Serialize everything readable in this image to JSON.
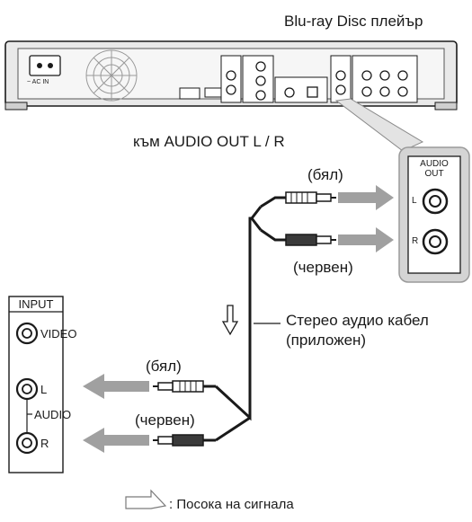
{
  "player": {
    "title": "Blu-ray Disc плейър",
    "ac_in": "~ AC IN"
  },
  "to_audio_out": "към AUDIO OUT L / R",
  "audio_out_panel": {
    "title_line1": "AUDIO",
    "title_line2": "OUT",
    "left": "L",
    "right": "R"
  },
  "cable_top": {
    "white": "(бял)",
    "red": "(червен)"
  },
  "cable_bottom": {
    "white": "(бял)",
    "red": "(червен)"
  },
  "cable_label": {
    "line1": "Стерео аудио кабел",
    "line2": "(приложен)"
  },
  "tv_input": {
    "title": "INPUT",
    "video": "VIDEO",
    "left": "L",
    "audio": "AUDIO",
    "right": "R"
  },
  "legend": {
    "signal_direction": ": Посока на сигнала"
  },
  "colors": {
    "line": "#1a1a1a",
    "panel_fill": "#d4d4d4",
    "arrow_gray": "#a0a0a0",
    "plug_dark": "#3a3a3a"
  }
}
